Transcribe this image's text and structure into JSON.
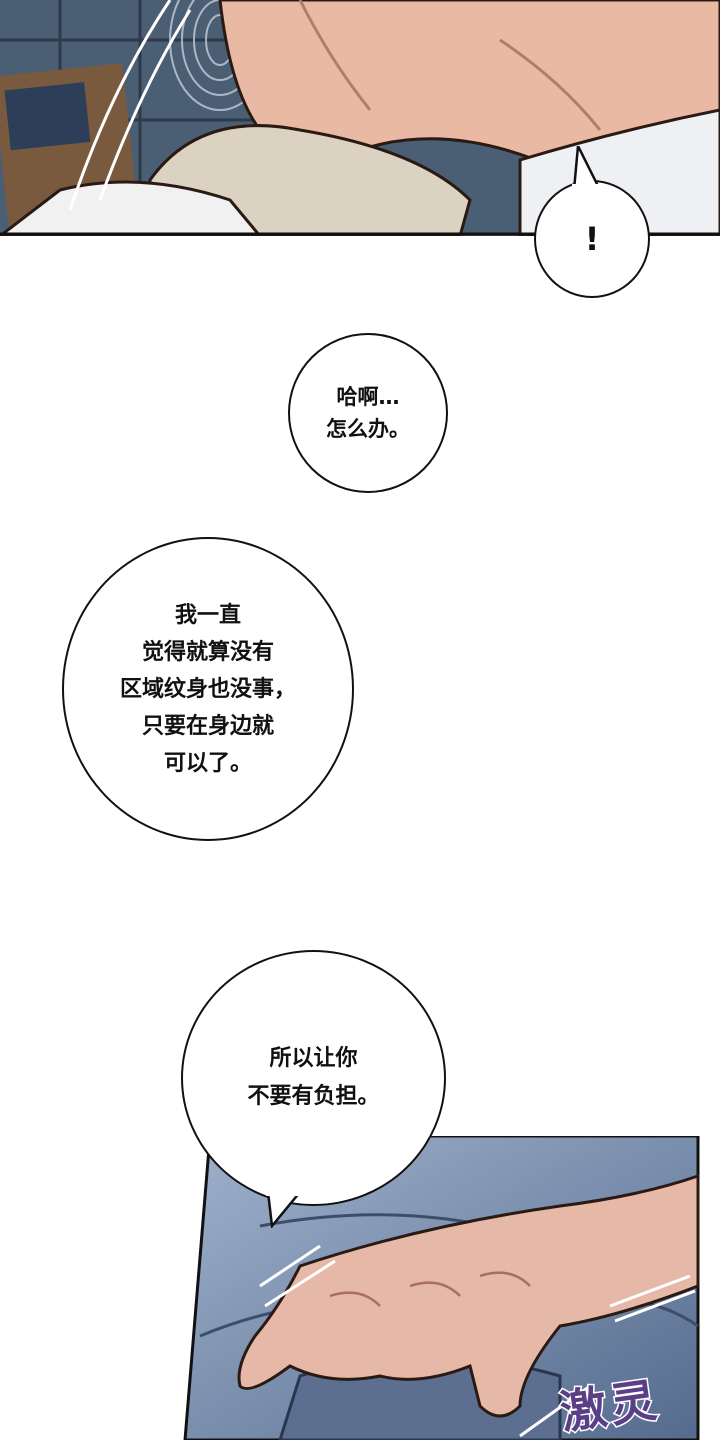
{
  "page": {
    "background": "#ffffff"
  },
  "panels": [
    {
      "name": "top-panel-neck-closeup",
      "palette": {
        "skin": "#e9b9a4",
        "shirt": "#dcd2c2",
        "bg": "#4a5e74"
      }
    },
    {
      "name": "bottom-panel-hand-closeup",
      "palette": {
        "skin": "#e6b8a8",
        "fabric": "#6f86a8",
        "bg": "#9fb2cc"
      }
    }
  ],
  "bubbles": [
    {
      "id": "exclaim",
      "text": "!"
    },
    {
      "id": "sigh",
      "text": "哈啊…\n怎么办。"
    },
    {
      "id": "confession",
      "text": "我一直\n觉得就算没有\n区域纹身也没事，\n只要在身边就\n可以了。"
    },
    {
      "id": "burden",
      "text": "所以让你\n不要有负担。"
    }
  ],
  "sfx": {
    "text": "激灵",
    "color": "#5b3f86"
  }
}
